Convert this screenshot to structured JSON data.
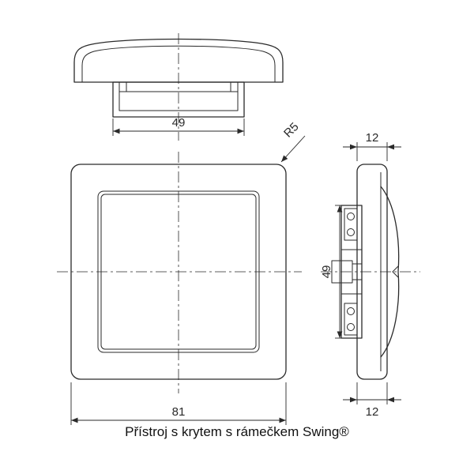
{
  "caption": "Přístroj s krytem s rámečkem Swing®",
  "dimensions": {
    "top_view_width": "49",
    "front_view_width": "81",
    "side_view_depth_top": "12",
    "side_view_depth_bottom": "12",
    "side_view_height": "49",
    "corner_radius_label": "R5"
  },
  "colors": {
    "line": "#2a2a2a",
    "background": "#ffffff"
  }
}
